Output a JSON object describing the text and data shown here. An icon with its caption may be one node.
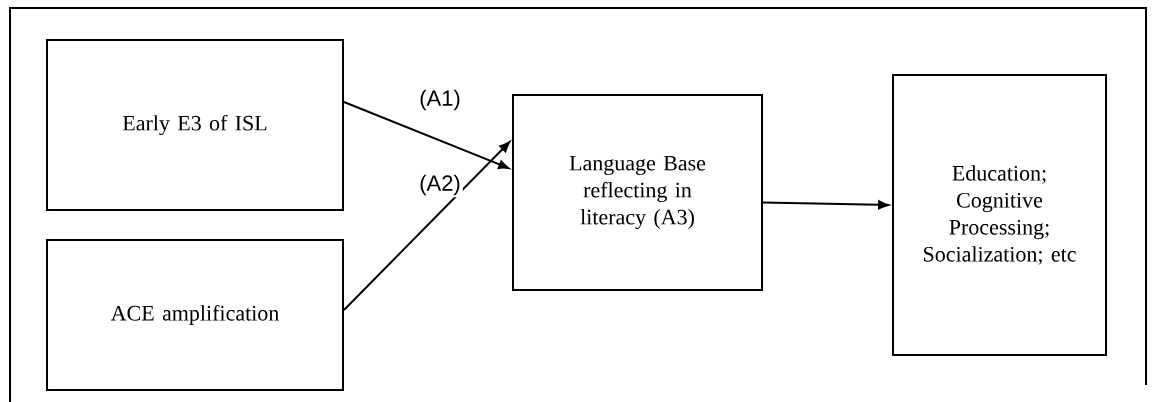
{
  "diagram": {
    "nodes": [
      {
        "text": [
          "Early E3 of ISL"
        ]
      },
      {
        "text": [
          "ACE amplification"
        ]
      },
      {
        "text": [
          "Language Base reflecting in literacy (A3)"
        ]
      },
      {
        "text": [
          "Education; Cognitive Processing; Socialization; etc"
        ]
      }
    ],
    "edges": [
      {
        "from": 0,
        "to": 2,
        "arrow": "to",
        "label": "(A1)"
      },
      {
        "from": 1,
        "to": 2,
        "arrow": "to",
        "label": "(A2)"
      },
      {
        "from": 2,
        "to": 3,
        "arrow": "to"
      }
    ]
  }
}
